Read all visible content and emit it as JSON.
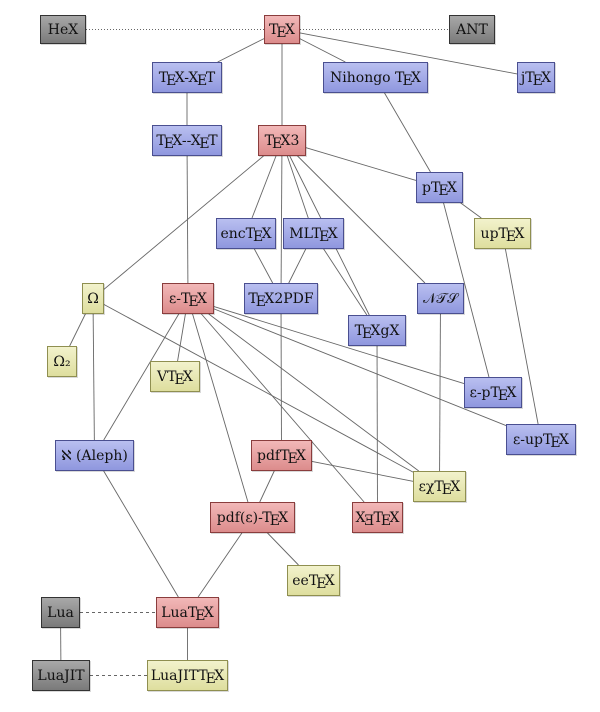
{
  "colors": {
    "blue": "#a3aae8",
    "red": "#e8a2a2",
    "yellow": "#e8e8b8",
    "gray": "#8e8e8e",
    "edge": "#666666"
  },
  "nodes": [
    {
      "id": "hex",
      "label": "HeX",
      "color": "gray"
    },
    {
      "id": "tex",
      "label": "TEX",
      "color": "red"
    },
    {
      "id": "ant",
      "label": "ANT",
      "color": "gray"
    },
    {
      "id": "texxet1",
      "label": "TEX-XET",
      "color": "blue"
    },
    {
      "id": "nihongo",
      "label": "Nihongo TEX",
      "color": "blue"
    },
    {
      "id": "jtex",
      "label": "jTEX",
      "color": "blue"
    },
    {
      "id": "texxet2",
      "label": "TEX--XET",
      "color": "blue"
    },
    {
      "id": "tex3",
      "label": "TEX3",
      "color": "red"
    },
    {
      "id": "ptex",
      "label": "pTEX",
      "color": "blue"
    },
    {
      "id": "enctex",
      "label": "encTEX",
      "color": "blue"
    },
    {
      "id": "mltex",
      "label": "MLTEX",
      "color": "blue"
    },
    {
      "id": "uptex",
      "label": "upTEX",
      "color": "yellow"
    },
    {
      "id": "omega",
      "label": "Ω",
      "color": "yellow"
    },
    {
      "id": "etex",
      "label": "ε-TEX",
      "color": "red"
    },
    {
      "id": "tex2pdf",
      "label": "TEX2PDF",
      "color": "blue"
    },
    {
      "id": "nts",
      "label": "𝒩𝒯𝒮",
      "color": "blue"
    },
    {
      "id": "omega2",
      "label": "Ω₂",
      "color": "yellow"
    },
    {
      "id": "texgx",
      "label": "TEXgX",
      "color": "blue"
    },
    {
      "id": "vtex",
      "label": "VTEX",
      "color": "yellow"
    },
    {
      "id": "eptex",
      "label": "ε-pTEX",
      "color": "blue"
    },
    {
      "id": "euptex",
      "label": "ε-upTEX",
      "color": "blue"
    },
    {
      "id": "aleph",
      "label": "ℵ (Aleph)",
      "color": "blue"
    },
    {
      "id": "pdftex",
      "label": "pdfTEX",
      "color": "red"
    },
    {
      "id": "exchitex",
      "label": "εχTEX",
      "color": "yellow"
    },
    {
      "id": "pdfetex",
      "label": "pdf(ε)-TEX",
      "color": "red"
    },
    {
      "id": "xetex",
      "label": "XƎTEX",
      "color": "red"
    },
    {
      "id": "eetex",
      "label": "eeTEX",
      "color": "yellow"
    },
    {
      "id": "lua",
      "label": "Lua",
      "color": "gray"
    },
    {
      "id": "luatex",
      "label": "LuaTEX",
      "color": "red"
    },
    {
      "id": "luajit",
      "label": "LuaJIT",
      "color": "gray"
    },
    {
      "id": "luajittex",
      "label": "LuaJITTEX",
      "color": "yellow"
    }
  ],
  "edges": [
    {
      "from": "hex",
      "to": "tex",
      "style": "dotted"
    },
    {
      "from": "tex",
      "to": "ant",
      "style": "dotted"
    },
    {
      "from": "tex",
      "to": "texxet1",
      "style": "solid"
    },
    {
      "from": "tex",
      "to": "nihongo",
      "style": "solid"
    },
    {
      "from": "tex",
      "to": "jtex",
      "style": "solid"
    },
    {
      "from": "tex",
      "to": "tex3",
      "style": "solid"
    },
    {
      "from": "texxet1",
      "to": "texxet2",
      "style": "solid"
    },
    {
      "from": "texxet2",
      "to": "etex",
      "style": "solid"
    },
    {
      "from": "nihongo",
      "to": "ptex",
      "style": "solid"
    },
    {
      "from": "tex3",
      "to": "ptex",
      "style": "solid"
    },
    {
      "from": "tex3",
      "to": "enctex",
      "style": "solid"
    },
    {
      "from": "tex3",
      "to": "mltex",
      "style": "solid"
    },
    {
      "from": "tex3",
      "to": "tex2pdf",
      "style": "solid"
    },
    {
      "from": "tex3",
      "to": "texgx",
      "style": "solid"
    },
    {
      "from": "tex3",
      "to": "nts",
      "style": "solid"
    },
    {
      "from": "tex3",
      "to": "omega",
      "style": "solid"
    },
    {
      "from": "ptex",
      "to": "uptex",
      "style": "solid"
    },
    {
      "from": "ptex",
      "to": "eptex",
      "style": "solid"
    },
    {
      "from": "uptex",
      "to": "euptex",
      "style": "solid"
    },
    {
      "from": "enctex",
      "to": "tex2pdf",
      "style": "solid"
    },
    {
      "from": "mltex",
      "to": "tex2pdf",
      "style": "solid"
    },
    {
      "from": "mltex",
      "to": "texgx",
      "style": "solid"
    },
    {
      "from": "omega",
      "to": "omega2",
      "style": "solid"
    },
    {
      "from": "omega",
      "to": "aleph",
      "style": "solid"
    },
    {
      "from": "omega",
      "to": "exchitex",
      "style": "solid"
    },
    {
      "from": "etex",
      "to": "vtex",
      "style": "solid"
    },
    {
      "from": "etex",
      "to": "aleph",
      "style": "solid"
    },
    {
      "from": "etex",
      "to": "pdfetex",
      "style": "solid"
    },
    {
      "from": "etex",
      "to": "xetex",
      "style": "solid"
    },
    {
      "from": "etex",
      "to": "exchitex",
      "style": "solid"
    },
    {
      "from": "etex",
      "to": "eptex",
      "style": "solid"
    },
    {
      "from": "etex",
      "to": "euptex",
      "style": "solid"
    },
    {
      "from": "tex2pdf",
      "to": "pdftex",
      "style": "solid"
    },
    {
      "from": "texgx",
      "to": "xetex",
      "style": "solid"
    },
    {
      "from": "nts",
      "to": "exchitex",
      "style": "solid"
    },
    {
      "from": "pdftex",
      "to": "pdfetex",
      "style": "solid"
    },
    {
      "from": "pdftex",
      "to": "exchitex",
      "style": "solid"
    },
    {
      "from": "pdfetex",
      "to": "eetex",
      "style": "solid"
    },
    {
      "from": "pdfetex",
      "to": "luatex",
      "style": "solid"
    },
    {
      "from": "aleph",
      "to": "luatex",
      "style": "solid"
    },
    {
      "from": "lua",
      "to": "luatex",
      "style": "dashed"
    },
    {
      "from": "lua",
      "to": "luajit",
      "style": "solid"
    },
    {
      "from": "luatex",
      "to": "luajittex",
      "style": "solid"
    },
    {
      "from": "luajit",
      "to": "luajittex",
      "style": "dashed"
    }
  ]
}
